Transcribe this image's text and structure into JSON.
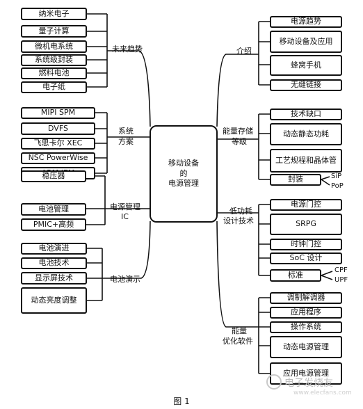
{
  "center": {
    "line1": "移动设备",
    "line2": "的",
    "line3": "电源管理"
  },
  "left_groups": [
    {
      "title": [
        "未来趋势"
      ],
      "items": [
        "纳米电子",
        "量子计算",
        "微机电系统",
        "系统级封装",
        "燃料电池",
        "电子纸"
      ]
    },
    {
      "title": [
        "系统",
        "方案"
      ],
      "items": [
        "MIPI SPM",
        "DVFS",
        "飞思卡尔 XEC",
        "NSC PowerWise",
        "ARM IEM"
      ]
    },
    {
      "title": [
        "电源管理",
        "IC"
      ],
      "items": [
        "稳压器",
        "电池管理",
        "PMIC+高频"
      ]
    },
    {
      "title": [
        "电池演示"
      ],
      "items": [
        "电池演进",
        "电池技术",
        "显示屏技术",
        "动态亮度调整"
      ]
    }
  ],
  "right_groups": [
    {
      "title": [
        "介绍"
      ],
      "items": [
        "电源趋势",
        "移动设备及应用",
        "蜂窝手机",
        "无缝链接"
      ]
    },
    {
      "title": [
        "能量存储",
        "等级"
      ],
      "items": [
        "技术缺口",
        "动态静态功耗",
        "工艺规程和晶体管",
        "封装"
      ],
      "side": [
        "SiP",
        "PoP"
      ]
    },
    {
      "title": [
        "低功耗",
        "设计技术"
      ],
      "items": [
        "电源门控",
        "SRPG",
        "时钟门控",
        "SoC 设计",
        "标准"
      ],
      "side": [
        "CPF",
        "UPF"
      ]
    },
    {
      "title": [
        "能量",
        "优化软件"
      ],
      "items": [
        "调制解调器",
        "应用程序",
        "操作系统",
        "动态电源管理",
        "应用电源管理"
      ]
    }
  ],
  "caption": "图 1",
  "watermark": {
    "main": "电子发烧友",
    "sub": "www.elecfans.com"
  }
}
